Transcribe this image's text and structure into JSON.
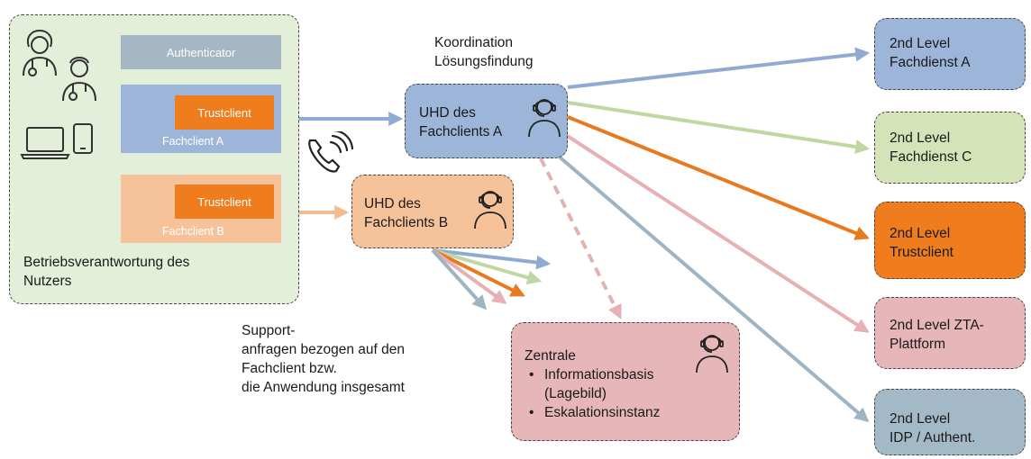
{
  "user_env": {
    "authenticator": "Authenticator",
    "trustclient_a": "Trustclient",
    "fachclient_a": "Fachclient A",
    "trustclient_b": "Trustclient",
    "fachclient_b": "Fachclient B",
    "caption_line1": "Betriebsverantwortung des",
    "caption_line2": "Nutzers"
  },
  "coordination": {
    "line1": "Koordination",
    "line2": "Lösungsfindung"
  },
  "uhd_a": {
    "line1": "UHD des",
    "line2": "Fachclients A"
  },
  "uhd_b": {
    "line1": "UHD des",
    "line2": "Fachclients B"
  },
  "support_note": {
    "line1": "Support-",
    "line2": "anfragen bezogen auf den",
    "line3": "Fachclient bzw.",
    "line4": "die Anwendung insgesamt"
  },
  "central": {
    "title": "Zentrale",
    "bullet1_line1": "Informationsbasis",
    "bullet1_line2": "(Lagebild)",
    "bullet2": "Eskalationsinstanz"
  },
  "second_level": [
    {
      "line1": "2nd Level",
      "line2": "Fachdienst A"
    },
    {
      "line1": "2nd Level",
      "line2": "Fachdienst C"
    },
    {
      "line1": "2nd Level",
      "line2": "Trustclient"
    },
    {
      "line1": "2nd Level ZTA-",
      "line2": "Plattform"
    },
    {
      "line1": "2nd Level",
      "line2": "IDP / Authent."
    }
  ],
  "colors": {
    "blue": "#9db5d9",
    "green": "#d4e4b8",
    "orange": "#ef8a33",
    "pink": "#e6b6b8",
    "slate": "#a4b9c7",
    "peach": "#f6c29a",
    "user_env_bg": "#e3efd8"
  }
}
